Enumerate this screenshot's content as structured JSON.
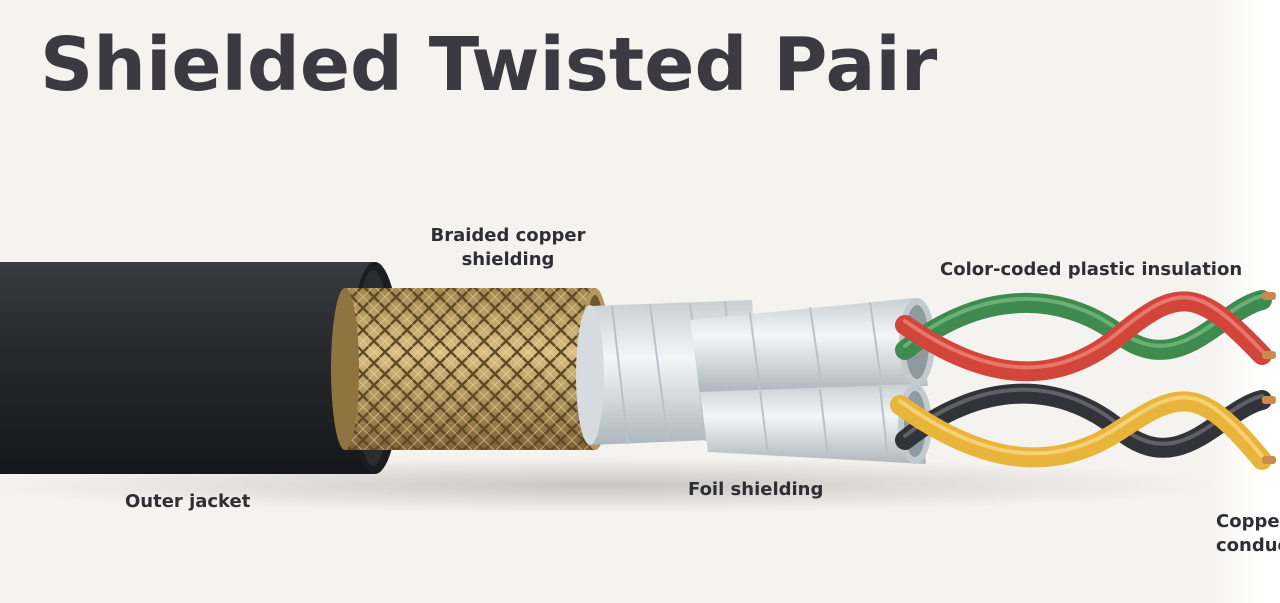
{
  "title": "Shielded Twisted Pair",
  "labels": {
    "braided_copper_shielding": "Braided copper shielding",
    "color_coded_insulation": "Color-coded plastic insulation",
    "outer_jacket": "Outer jacket",
    "foil_shielding": "Foil shielding",
    "copper_conductor": "Copper conductor"
  },
  "colors": {
    "jacket": "#2a2b30",
    "braid": "#c9ab6c",
    "foil": "#e6eaec",
    "wire_green": "#3f8a4e",
    "wire_red": "#d2453a",
    "wire_black": "#323338",
    "wire_yellow": "#e8b43a",
    "copper": "#c98a4c"
  }
}
